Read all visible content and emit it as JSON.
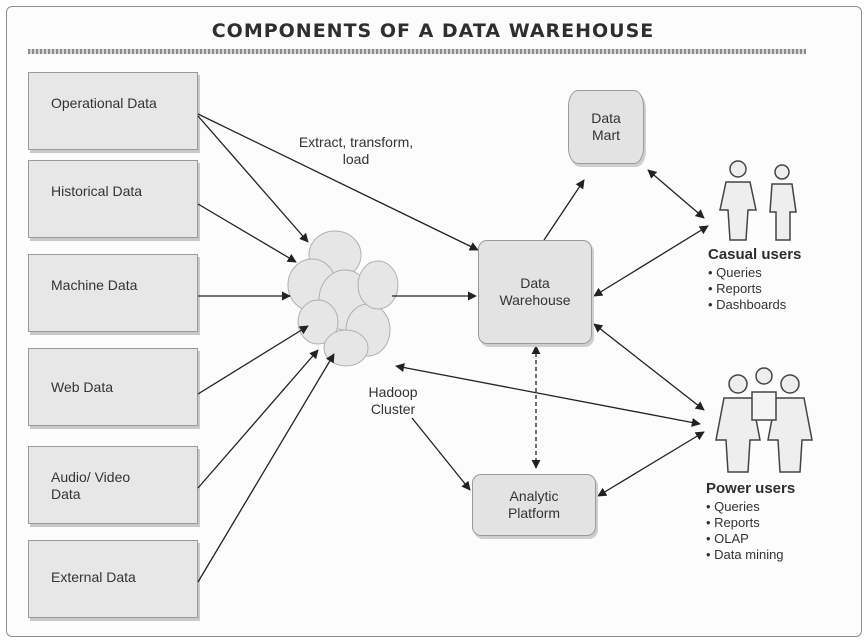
{
  "title": "COMPONENTS OF A DATA WAREHOUSE",
  "sources": [
    {
      "id": "operational",
      "label": "Operational Data"
    },
    {
      "id": "historical",
      "label": "Historical Data"
    },
    {
      "id": "machine",
      "label": "Machine Data"
    },
    {
      "id": "web",
      "label": "Web Data"
    },
    {
      "id": "audio-video",
      "label": "Audio/ Video Data"
    },
    {
      "id": "external",
      "label": "External Data"
    }
  ],
  "etl_label": "Extract, transform, load",
  "hadoop_label": "Hadoop Cluster",
  "data_mart_label": "Data Mart",
  "data_warehouse_label": "Data Warehouse",
  "analytic_platform_label": "Analytic Platform",
  "casual_users": {
    "title": "Casual users",
    "items": [
      "Queries",
      "Reports",
      "Dashboards"
    ]
  },
  "power_users": {
    "title": "Power users",
    "items": [
      "Queries",
      "Reports",
      "OLAP",
      "Data mining"
    ]
  }
}
